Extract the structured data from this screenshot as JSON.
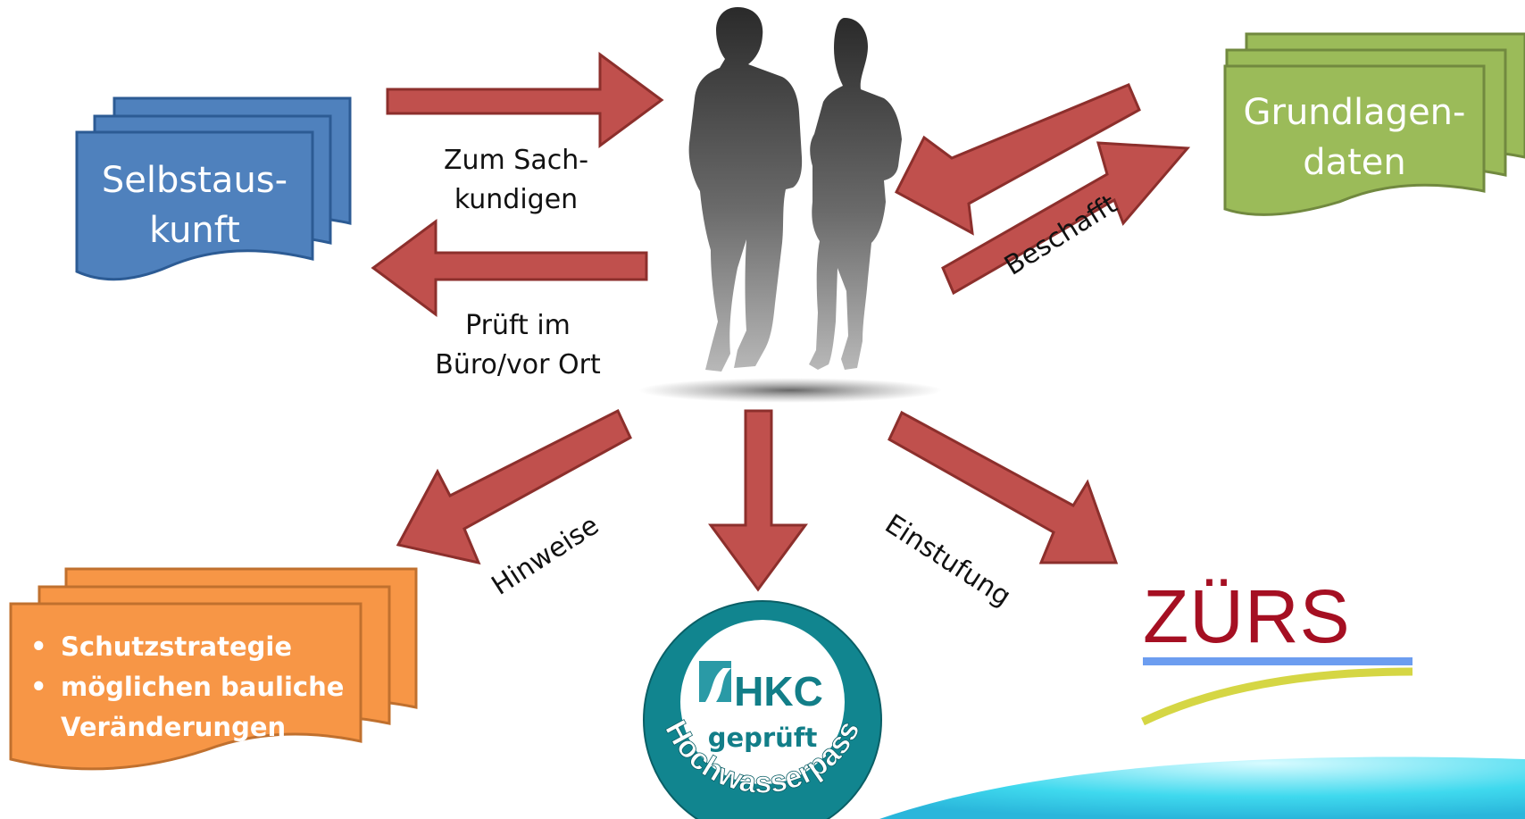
{
  "boxes": {
    "selbstauskunft": {
      "line1": "Selbstaus-",
      "line2": "kunft",
      "color": "#4f81bd"
    },
    "grundlagendaten": {
      "line1": "Grundlagen-",
      "line2": "daten",
      "color": "#9bbb59"
    },
    "hinweise_box": {
      "items": [
        "Schutzstrategie",
        "möglichen bauliche Veränderungen"
      ],
      "color": "#f79646"
    }
  },
  "labels": {
    "zum_sachkundigen": [
      "Zum Sach-",
      "kundigen"
    ],
    "prueft": [
      "Prüft im",
      "Büro/vor Ort"
    ],
    "beschafft": "Beschafft",
    "hinweise": "Hinweise",
    "einstufung": "Einstufung"
  },
  "hkc_badge": {
    "logo_text": "HKC",
    "status": "geprüft",
    "ring_text": "Hochwasserpass",
    "ring_color": "#11858f"
  },
  "zuers_logo": {
    "text": "ZÜRS",
    "text_color": "#a50f22",
    "stripe_blue": "#6c9df0",
    "stripe_yellow": "#d5d644"
  },
  "arrow_color": "#c0504d",
  "figure": {
    "icon": "businesspeople-silhouette-icon"
  }
}
